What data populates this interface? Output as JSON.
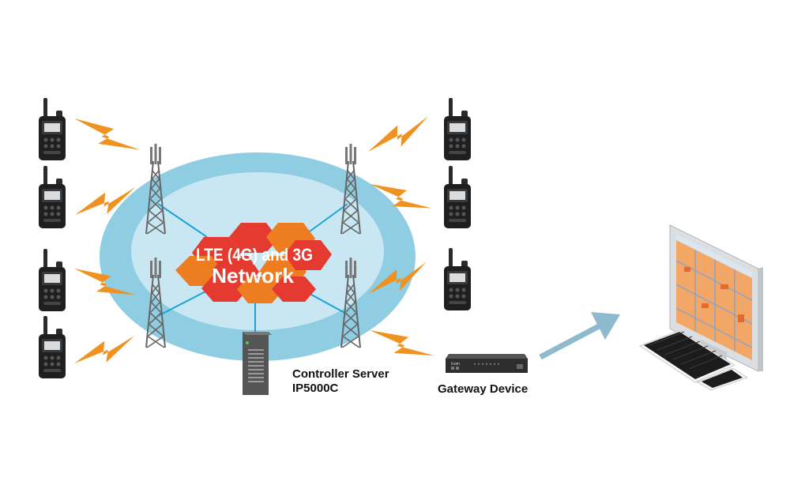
{
  "diagram": {
    "title_line1": "LTE (4G) and 3G",
    "title_line2": "Network",
    "server_label_line1": "Controller Server",
    "server_label_line2": "IP5000C",
    "gateway_label": "Gateway Device",
    "gateway_brand": "Icom",
    "colors": {
      "cloud_outer": "#8fcde3",
      "cloud_inner": "#c9e7f2",
      "hex_red": "#e43a2f",
      "hex_orange": "#ee7d22",
      "bolt": "#f0921f",
      "link": "#1aa3d9",
      "arrow": "#8fb9cc",
      "tower": "#666666"
    },
    "nodes": [
      {
        "id": "radio-left-1",
        "type": "handheld-radio"
      },
      {
        "id": "radio-left-2",
        "type": "handheld-radio"
      },
      {
        "id": "radio-left-3",
        "type": "handheld-radio"
      },
      {
        "id": "radio-left-4",
        "type": "handheld-radio"
      },
      {
        "id": "radio-right-1",
        "type": "handheld-radio"
      },
      {
        "id": "radio-right-2",
        "type": "handheld-radio"
      },
      {
        "id": "radio-right-3",
        "type": "handheld-radio"
      },
      {
        "id": "tower-top-left",
        "type": "cell-tower"
      },
      {
        "id": "tower-bottom-left",
        "type": "cell-tower"
      },
      {
        "id": "tower-top-right",
        "type": "cell-tower"
      },
      {
        "id": "tower-bottom-right",
        "type": "cell-tower"
      },
      {
        "id": "controller-server",
        "type": "server"
      },
      {
        "id": "gateway-device",
        "type": "gateway"
      },
      {
        "id": "dispatch-pc",
        "type": "computer-with-map"
      }
    ],
    "edges": [
      {
        "from": "radio-left-1",
        "to": "tower-top-left",
        "style": "wireless"
      },
      {
        "from": "radio-left-2",
        "to": "tower-top-left",
        "style": "wireless"
      },
      {
        "from": "radio-left-3",
        "to": "tower-bottom-left",
        "style": "wireless"
      },
      {
        "from": "radio-left-4",
        "to": "tower-bottom-left",
        "style": "wireless"
      },
      {
        "from": "radio-right-1",
        "to": "tower-top-right",
        "style": "wireless"
      },
      {
        "from": "radio-right-2",
        "to": "tower-top-right",
        "style": "wireless"
      },
      {
        "from": "radio-right-3",
        "to": "tower-bottom-right",
        "style": "wireless"
      },
      {
        "from": "tower-top-left",
        "to": "network",
        "style": "wired"
      },
      {
        "from": "tower-bottom-left",
        "to": "network",
        "style": "wired"
      },
      {
        "from": "tower-top-right",
        "to": "network",
        "style": "wired"
      },
      {
        "from": "tower-bottom-right",
        "to": "network",
        "style": "wired"
      },
      {
        "from": "network",
        "to": "controller-server",
        "style": "wired"
      },
      {
        "from": "tower-bottom-right",
        "to": "gateway-device",
        "style": "wireless"
      },
      {
        "from": "gateway-device",
        "to": "dispatch-pc",
        "style": "arrow"
      }
    ]
  }
}
